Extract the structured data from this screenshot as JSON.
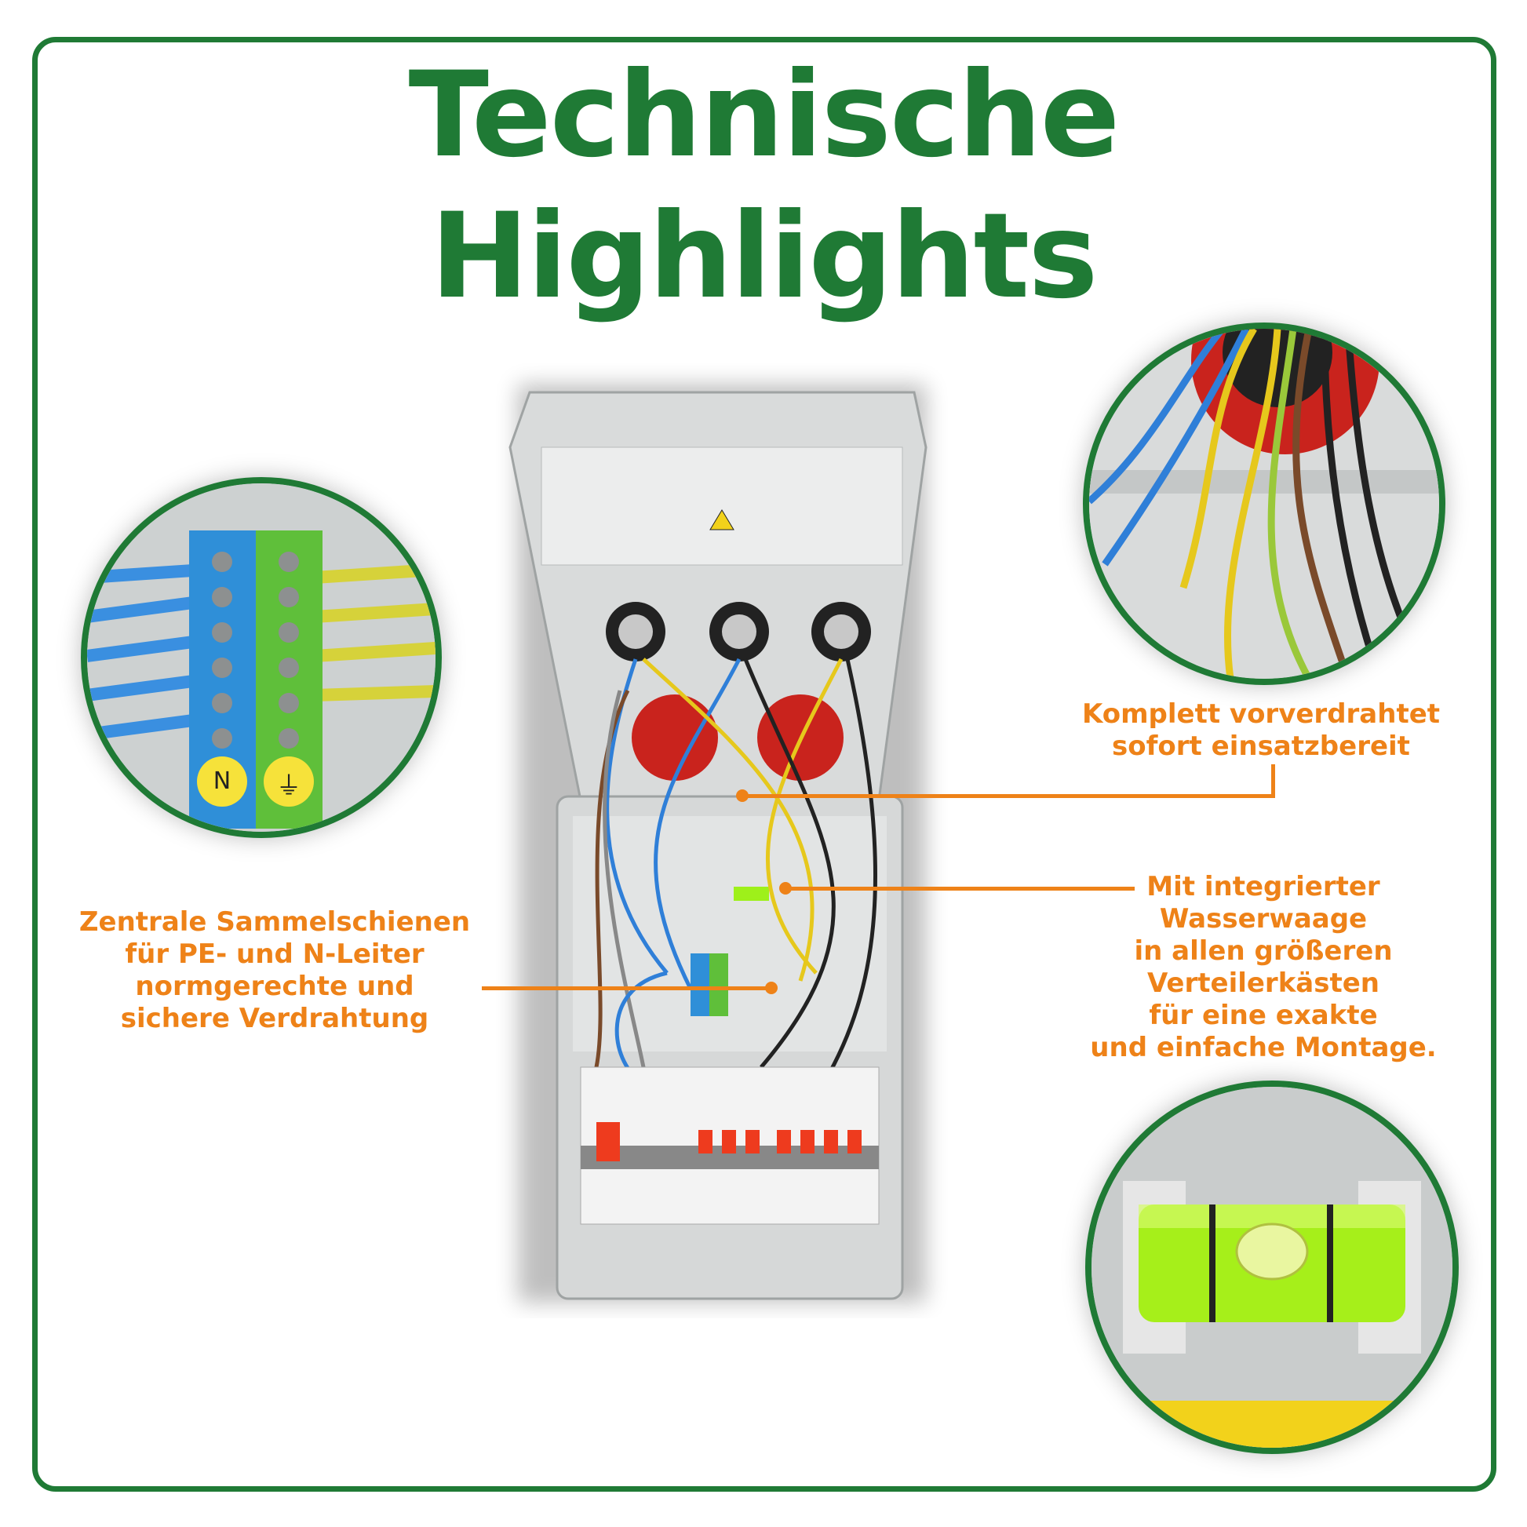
{
  "title": {
    "line1": "Technische",
    "line2": "Highlights"
  },
  "callouts": {
    "prewired": [
      "Komplett vorverdrahtet",
      "sofort einsatzbereit"
    ],
    "level": [
      "Mit integrierter",
      "Wasserwaage",
      "in allen größeren",
      "Verteilerkästen",
      "für eine exakte",
      "und einfache Montage."
    ],
    "busbars": [
      "Zentrale Sammelschienen",
      "für PE- und N-Leiter",
      "normgerechte und",
      "sichere Verdrahtung"
    ]
  },
  "busbar_labels": {
    "neutral": "N",
    "earth": "⏚"
  },
  "colors": {
    "green": "#1f7a35",
    "orange": "#ee8218"
  }
}
